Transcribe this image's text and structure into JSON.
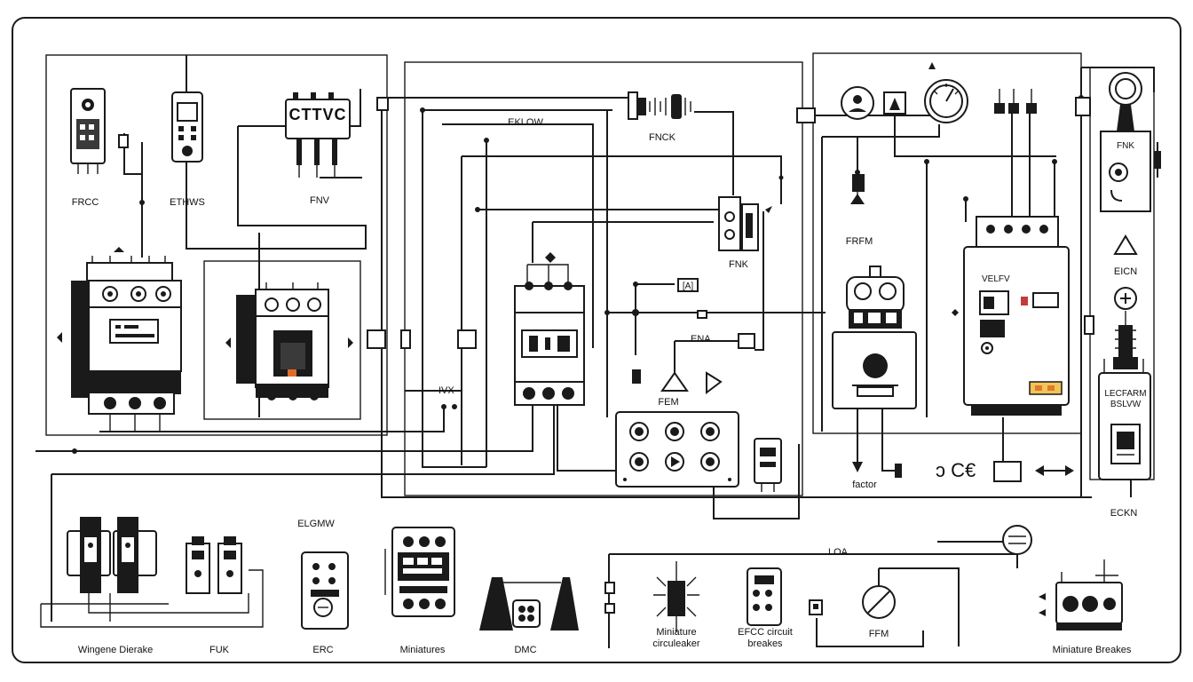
{
  "labels": {
    "frcc": "FRCC",
    "ethws": "ETHWS",
    "cttvc": "CTTVC",
    "fnv": "FNV",
    "eklow": "EKLOW",
    "fnck": "FNCK",
    "fnk": "FNK",
    "frfm": "FRFM",
    "fnk_top": "FNK",
    "velfv": "VELFV",
    "eicn": "EICN",
    "lecfarm": "LECFARM BSLVW",
    "ivx": "IVX",
    "ena": "ENA",
    "fem": "FEM",
    "factor": "factor",
    "eckn": "ECKN",
    "elgmw": "ELGMW",
    "loa": "LOA",
    "wingene": "Wingene Dierake",
    "fuk": "FUK",
    "erc": "ERC",
    "miniatures": "Miniatures",
    "dmc": "DMC",
    "miniature_circuit_leaker": "Miniature circuleaker",
    "efcc_circuit_breakes": "EFCC circuit breakes",
    "ffm": "FFM",
    "miniature_breakes": "Miniature Breakes"
  },
  "symbols": {
    "relay_symbol": "[A]",
    "ce_mark": "ↄ C€",
    "arrows": "◄►"
  }
}
